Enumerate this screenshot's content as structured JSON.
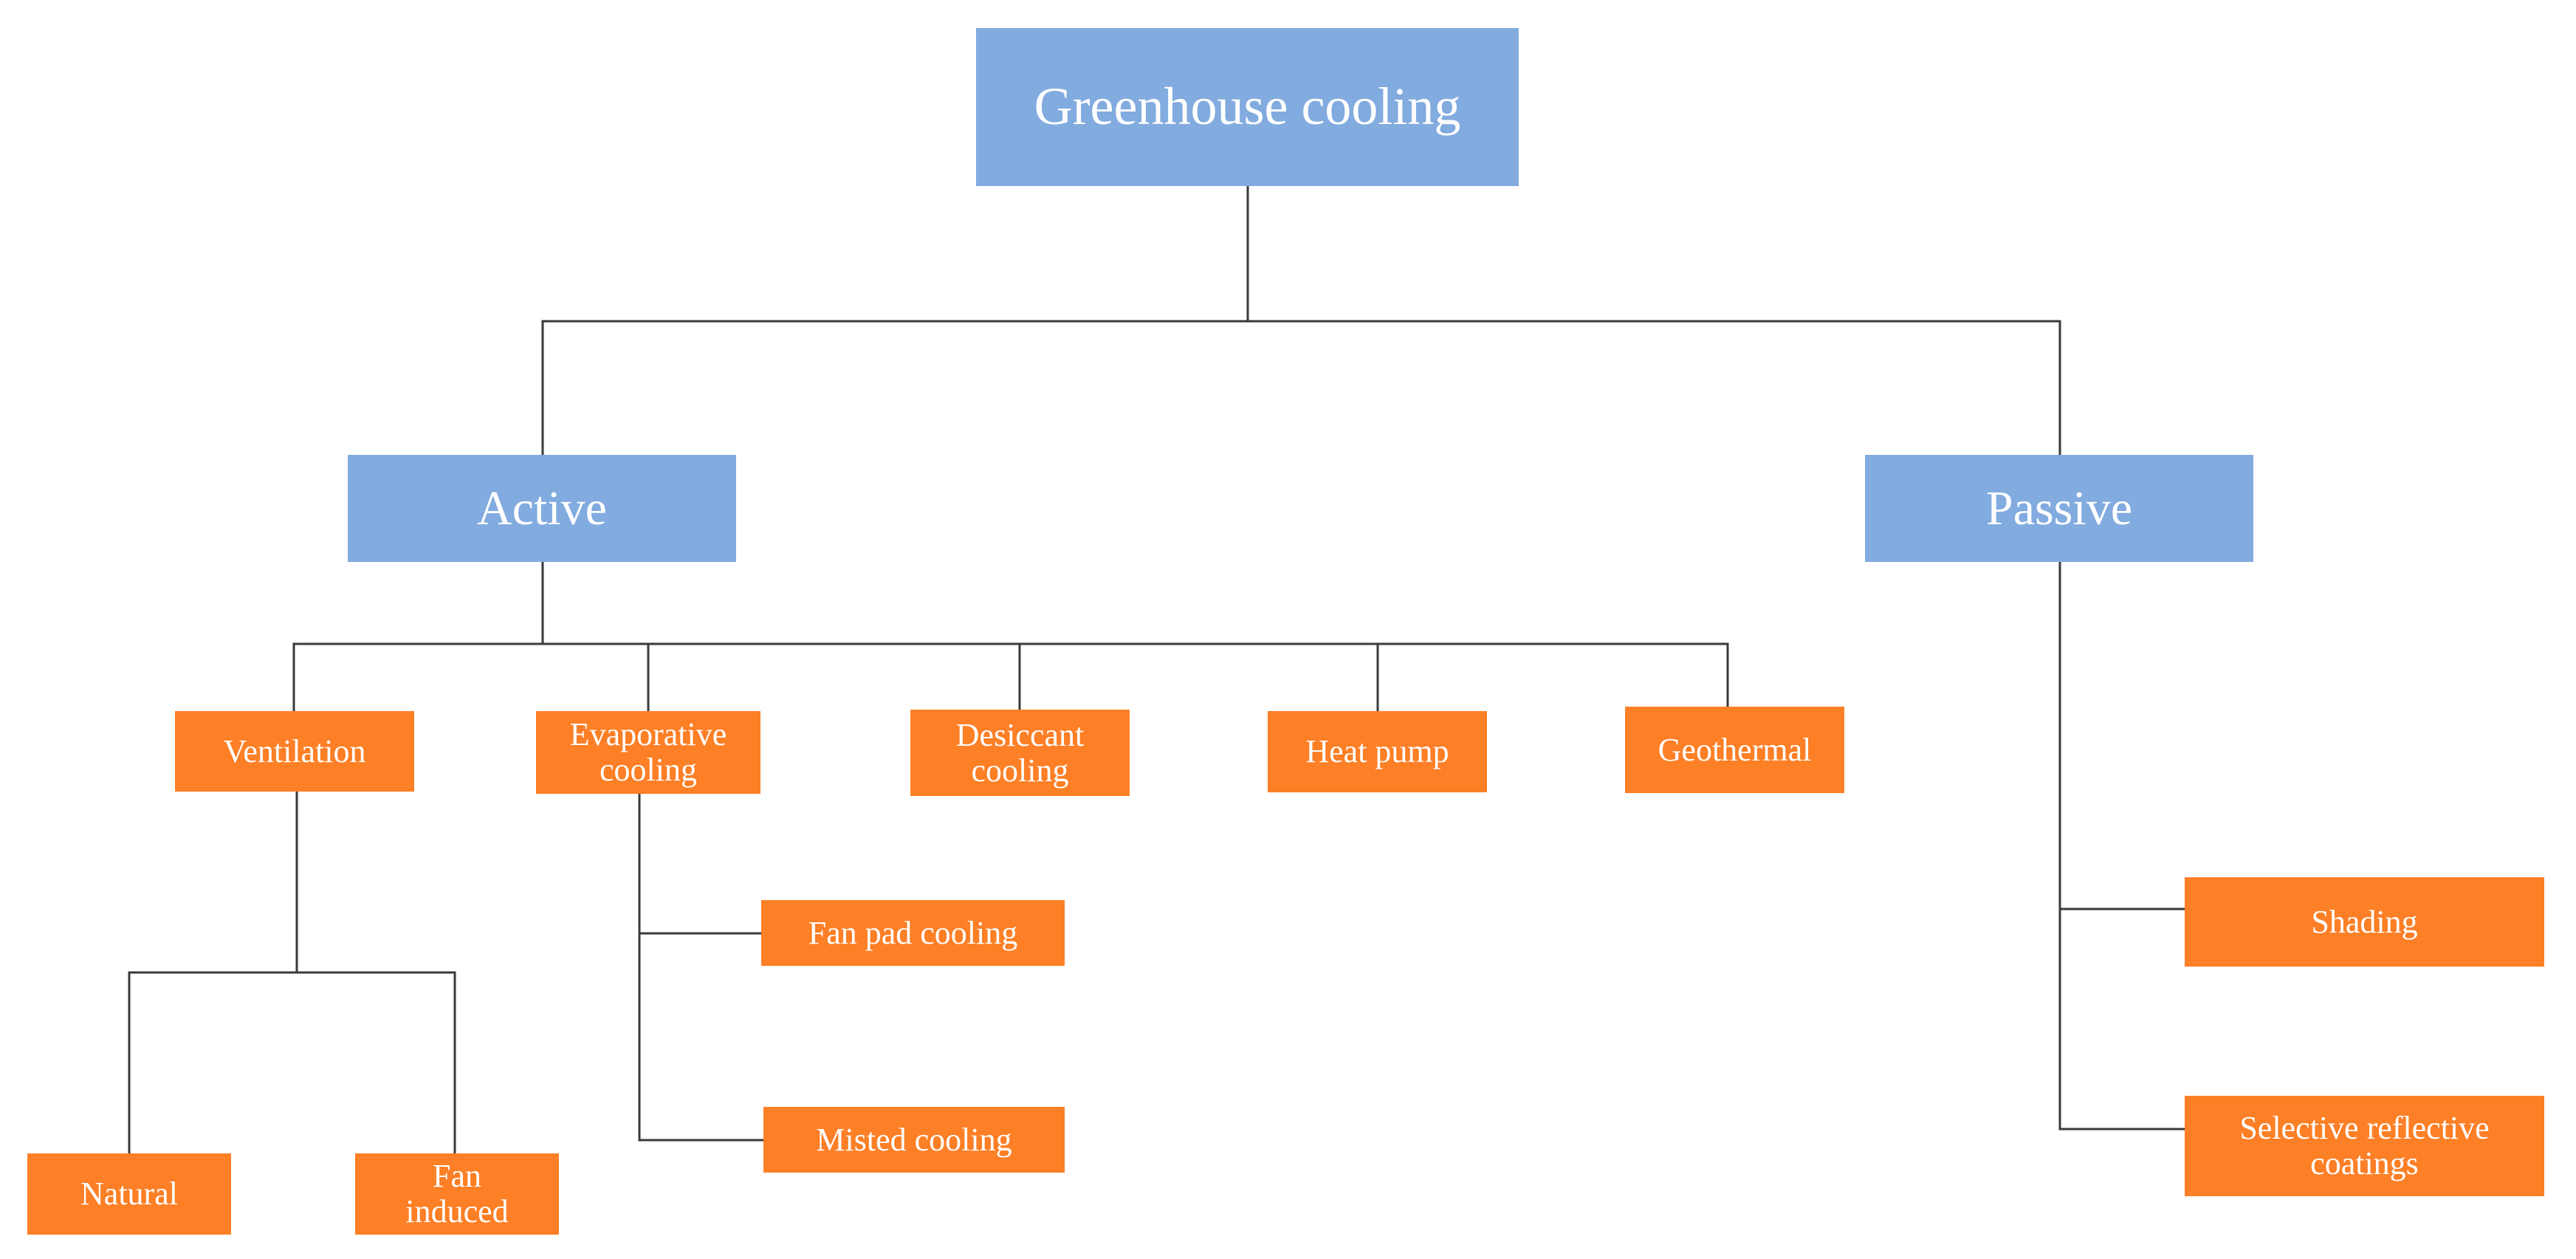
{
  "diagram": {
    "type": "tree",
    "colors": {
      "category": "#82abdf",
      "method": "#fd7f26",
      "connector": "#3a3a3a",
      "text": "#ffffff"
    },
    "root": "Greenhouse cooling",
    "branches": {
      "active": {
        "label": "Active",
        "methods": {
          "ventilation": {
            "label": "Ventilation",
            "children": {
              "natural": "Natural",
              "fan_induced": "Fan\ninduced"
            }
          },
          "evaporative": {
            "label": "Evaporative\ncooling",
            "children": {
              "fan_pad": "Fan pad cooling",
              "misted": "Misted cooling"
            }
          },
          "desiccant": {
            "label": "Desiccant\ncooling"
          },
          "heat_pump": {
            "label": "Heat pump"
          },
          "geothermal": {
            "label": "Geothermal"
          }
        }
      },
      "passive": {
        "label": "Passive",
        "methods": {
          "shading": {
            "label": "Shading"
          },
          "selective": {
            "label": "Selective reflective\ncoatings"
          }
        }
      }
    }
  }
}
